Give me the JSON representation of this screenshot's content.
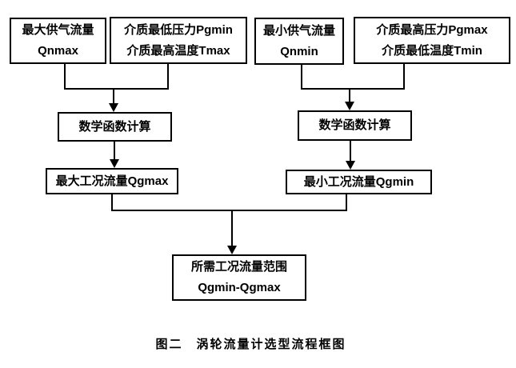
{
  "diagram": {
    "title": "涡轮流量计选型流程框图",
    "caption": "图二　涡轮流量计选型流程框图",
    "colors": {
      "border": "#000000",
      "text": "#000000",
      "background": "#ffffff"
    },
    "nodes": {
      "qnmax": {
        "line1": "最大供气流量",
        "line2": "Qnmax"
      },
      "pgmin_tmax": {
        "line1": "介质最低压力Pgmin",
        "line2": "介质最高温度Tmax"
      },
      "qnmin": {
        "line1": "最小供气流量",
        "line2": "Qnmin"
      },
      "pgmax_tmin": {
        "line1": "介质最高压力Pgmax",
        "line2": "介质最低温度Tmin"
      },
      "math_left": {
        "label": "数学函数计算"
      },
      "math_right": {
        "label": "数学函数计算"
      },
      "qgmax": {
        "label": "最大工况流量Qgmax"
      },
      "qgmin": {
        "label": "最小工况流量Qgmin"
      },
      "result": {
        "line1": "所需工况流量范围",
        "line2": "Qgmin-Qgmax"
      }
    },
    "edges": [
      {
        "from": "qnmax",
        "to": "math_left"
      },
      {
        "from": "pgmin_tmax",
        "to": "math_left"
      },
      {
        "from": "qnmin",
        "to": "math_right"
      },
      {
        "from": "pgmax_tmin",
        "to": "math_right"
      },
      {
        "from": "math_left",
        "to": "qgmax"
      },
      {
        "from": "math_right",
        "to": "qgmin"
      },
      {
        "from": "qgmax",
        "to": "result"
      },
      {
        "from": "qgmin",
        "to": "result"
      }
    ]
  }
}
